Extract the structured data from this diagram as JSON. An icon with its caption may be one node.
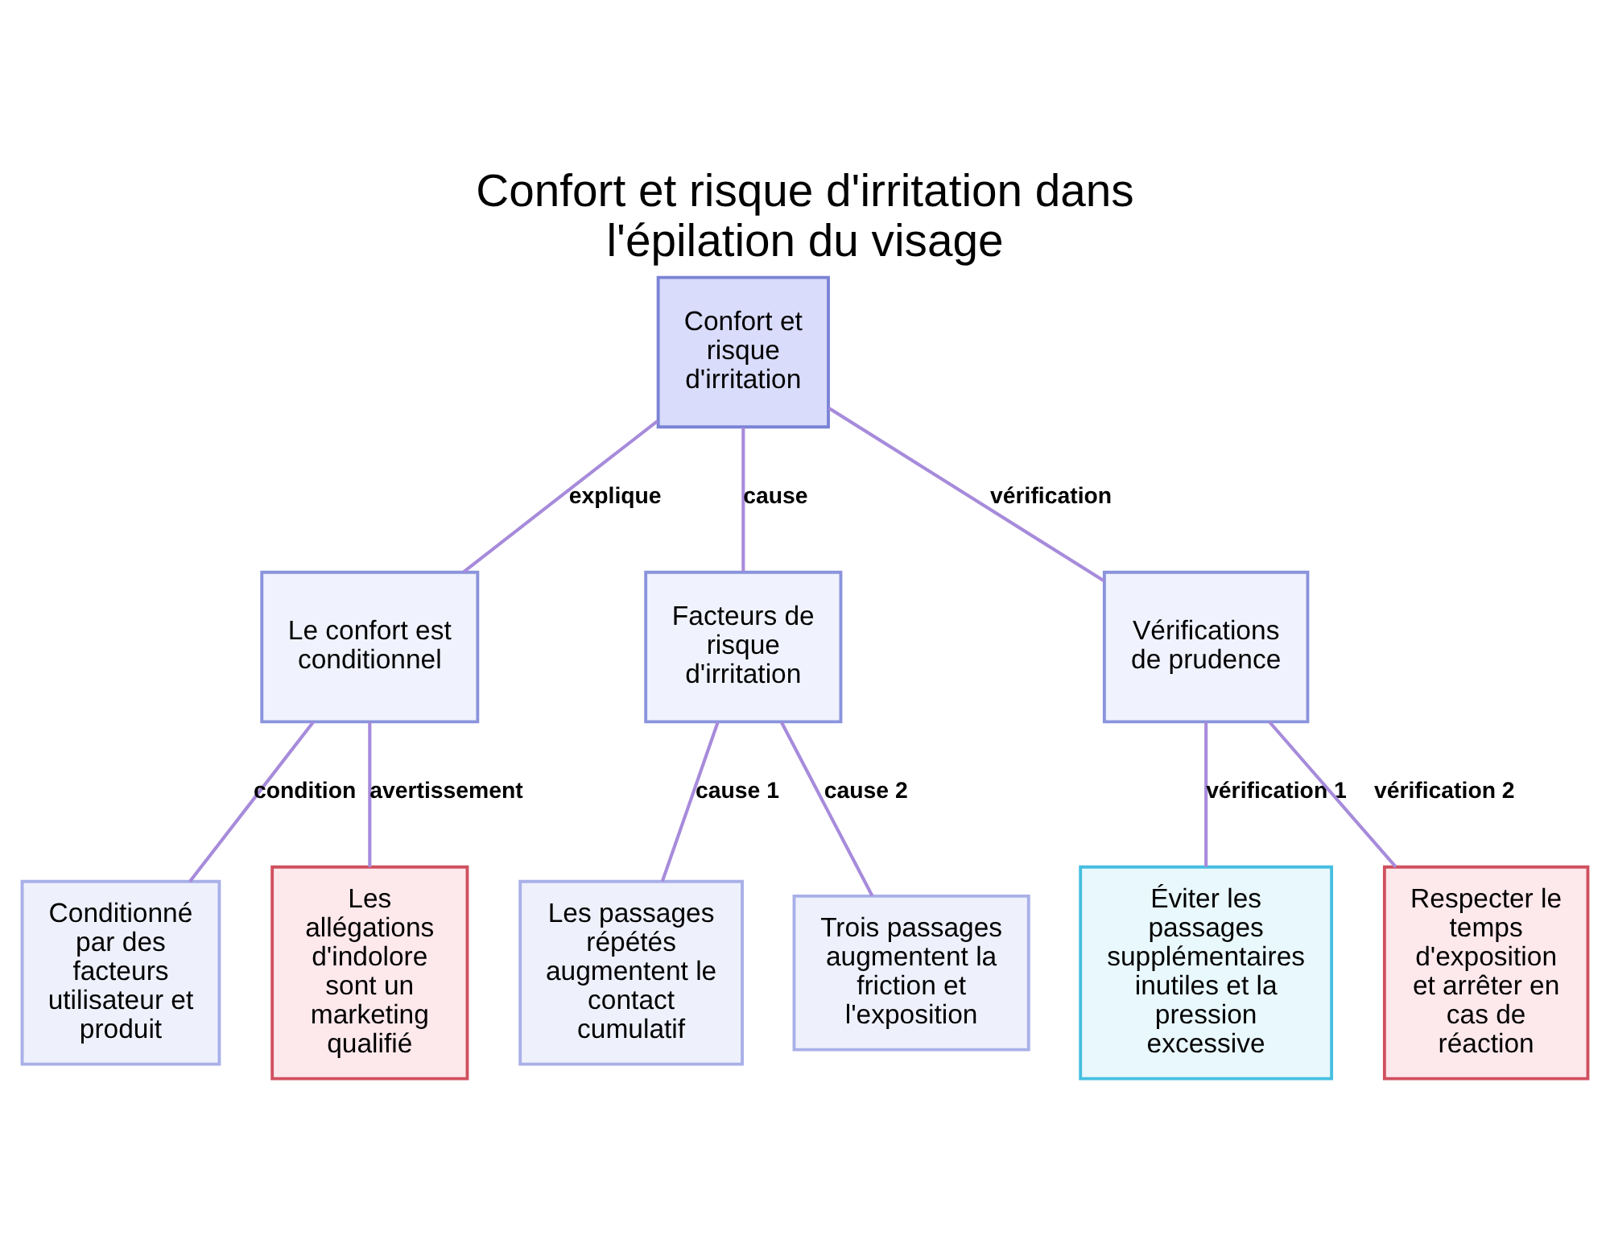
{
  "diagram": {
    "title": "Confort et risque d'irritation dans l'épilation du visage",
    "nodes": [
      {
        "text": [
          "Confort et risque d'irritation"
        ]
      },
      {
        "text": [
          "Le confort est conditionnel"
        ]
      },
      {
        "text": [
          "Facteurs de risque d'irritation"
        ]
      },
      {
        "text": [
          "Vérifications de prudence"
        ]
      },
      {
        "text": [
          "Conditionné par des facteurs utilisateur et produit"
        ]
      },
      {
        "text": [
          "Les allégations d'indolore sont un marketing qualifié"
        ]
      },
      {
        "text": [
          "Les passages répétés augmentent le contact cumulatif"
        ]
      },
      {
        "text": [
          "Trois passages augmentent la friction et l'exposition"
        ]
      },
      {
        "text": [
          "Éviter les passages supplémentaires inutiles et la pression excessive"
        ]
      },
      {
        "text": [
          "Respecter le temps d'exposition et arrêter en cas de réaction"
        ]
      }
    ],
    "edges": [
      {
        "from": 0,
        "to": 1,
        "arrow": "none",
        "label": "explique"
      },
      {
        "from": 0,
        "to": 2,
        "arrow": "none",
        "label": "cause"
      },
      {
        "from": 0,
        "to": 3,
        "arrow": "none",
        "label": "vérification"
      },
      {
        "from": 1,
        "to": 4,
        "arrow": "none",
        "label": "condition"
      },
      {
        "from": 1,
        "to": 5,
        "arrow": "none",
        "label": "avertissement"
      },
      {
        "from": 2,
        "to": 6,
        "arrow": "none",
        "label": "cause 1"
      },
      {
        "from": 2,
        "to": 7,
        "arrow": "none",
        "label": "cause 2"
      },
      {
        "from": 3,
        "to": 8,
        "arrow": "none",
        "label": "vérification 1"
      },
      {
        "from": 3,
        "to": 9,
        "arrow": "none",
        "label": "vérification 2"
      }
    ]
  }
}
